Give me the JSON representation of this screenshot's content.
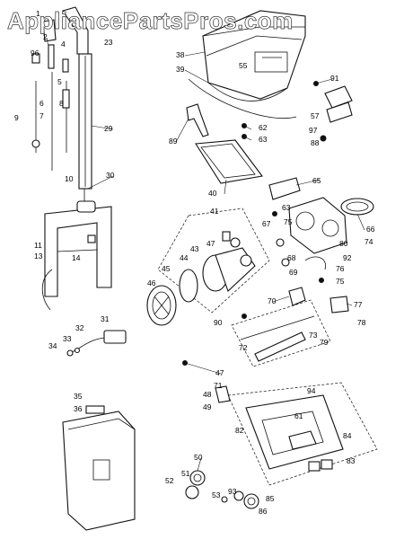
{
  "watermark": "AppliancePartsPros.com",
  "callouts": [
    {
      "n": "1"
    },
    {
      "n": "2"
    },
    {
      "n": "4"
    },
    {
      "n": "5"
    },
    {
      "n": "6"
    },
    {
      "n": "7"
    },
    {
      "n": "8"
    },
    {
      "n": "9"
    },
    {
      "n": "10"
    },
    {
      "n": "11"
    },
    {
      "n": "13"
    },
    {
      "n": "14"
    },
    {
      "n": "23"
    },
    {
      "n": "29"
    },
    {
      "n": "30"
    },
    {
      "n": "31"
    },
    {
      "n": "32"
    },
    {
      "n": "33"
    },
    {
      "n": "34"
    },
    {
      "n": "35"
    },
    {
      "n": "36"
    },
    {
      "n": "38"
    },
    {
      "n": "39"
    },
    {
      "n": "40"
    },
    {
      "n": "41"
    },
    {
      "n": "43"
    },
    {
      "n": "44"
    },
    {
      "n": "45"
    },
    {
      "n": "46"
    },
    {
      "n": "47"
    },
    {
      "n": "47"
    },
    {
      "n": "48"
    },
    {
      "n": "49"
    },
    {
      "n": "50"
    },
    {
      "n": "51"
    },
    {
      "n": "52"
    },
    {
      "n": "53"
    },
    {
      "n": "55"
    },
    {
      "n": "57"
    },
    {
      "n": "61"
    },
    {
      "n": "62"
    },
    {
      "n": "63"
    },
    {
      "n": "63"
    },
    {
      "n": "65"
    },
    {
      "n": "66"
    },
    {
      "n": "67"
    },
    {
      "n": "68"
    },
    {
      "n": "69"
    },
    {
      "n": "70"
    },
    {
      "n": "71"
    },
    {
      "n": "72"
    },
    {
      "n": "73"
    },
    {
      "n": "74"
    },
    {
      "n": "75"
    },
    {
      "n": "75"
    },
    {
      "n": "76"
    },
    {
      "n": "77"
    },
    {
      "n": "78"
    },
    {
      "n": "79"
    },
    {
      "n": "80"
    },
    {
      "n": "82"
    },
    {
      "n": "83"
    },
    {
      "n": "84"
    },
    {
      "n": "85"
    },
    {
      "n": "86"
    },
    {
      "n": "88"
    },
    {
      "n": "89"
    },
    {
      "n": "90"
    },
    {
      "n": "91"
    },
    {
      "n": "92"
    },
    {
      "n": "93"
    },
    {
      "n": "94"
    },
    {
      "n": "96"
    },
    {
      "n": "97"
    }
  ]
}
